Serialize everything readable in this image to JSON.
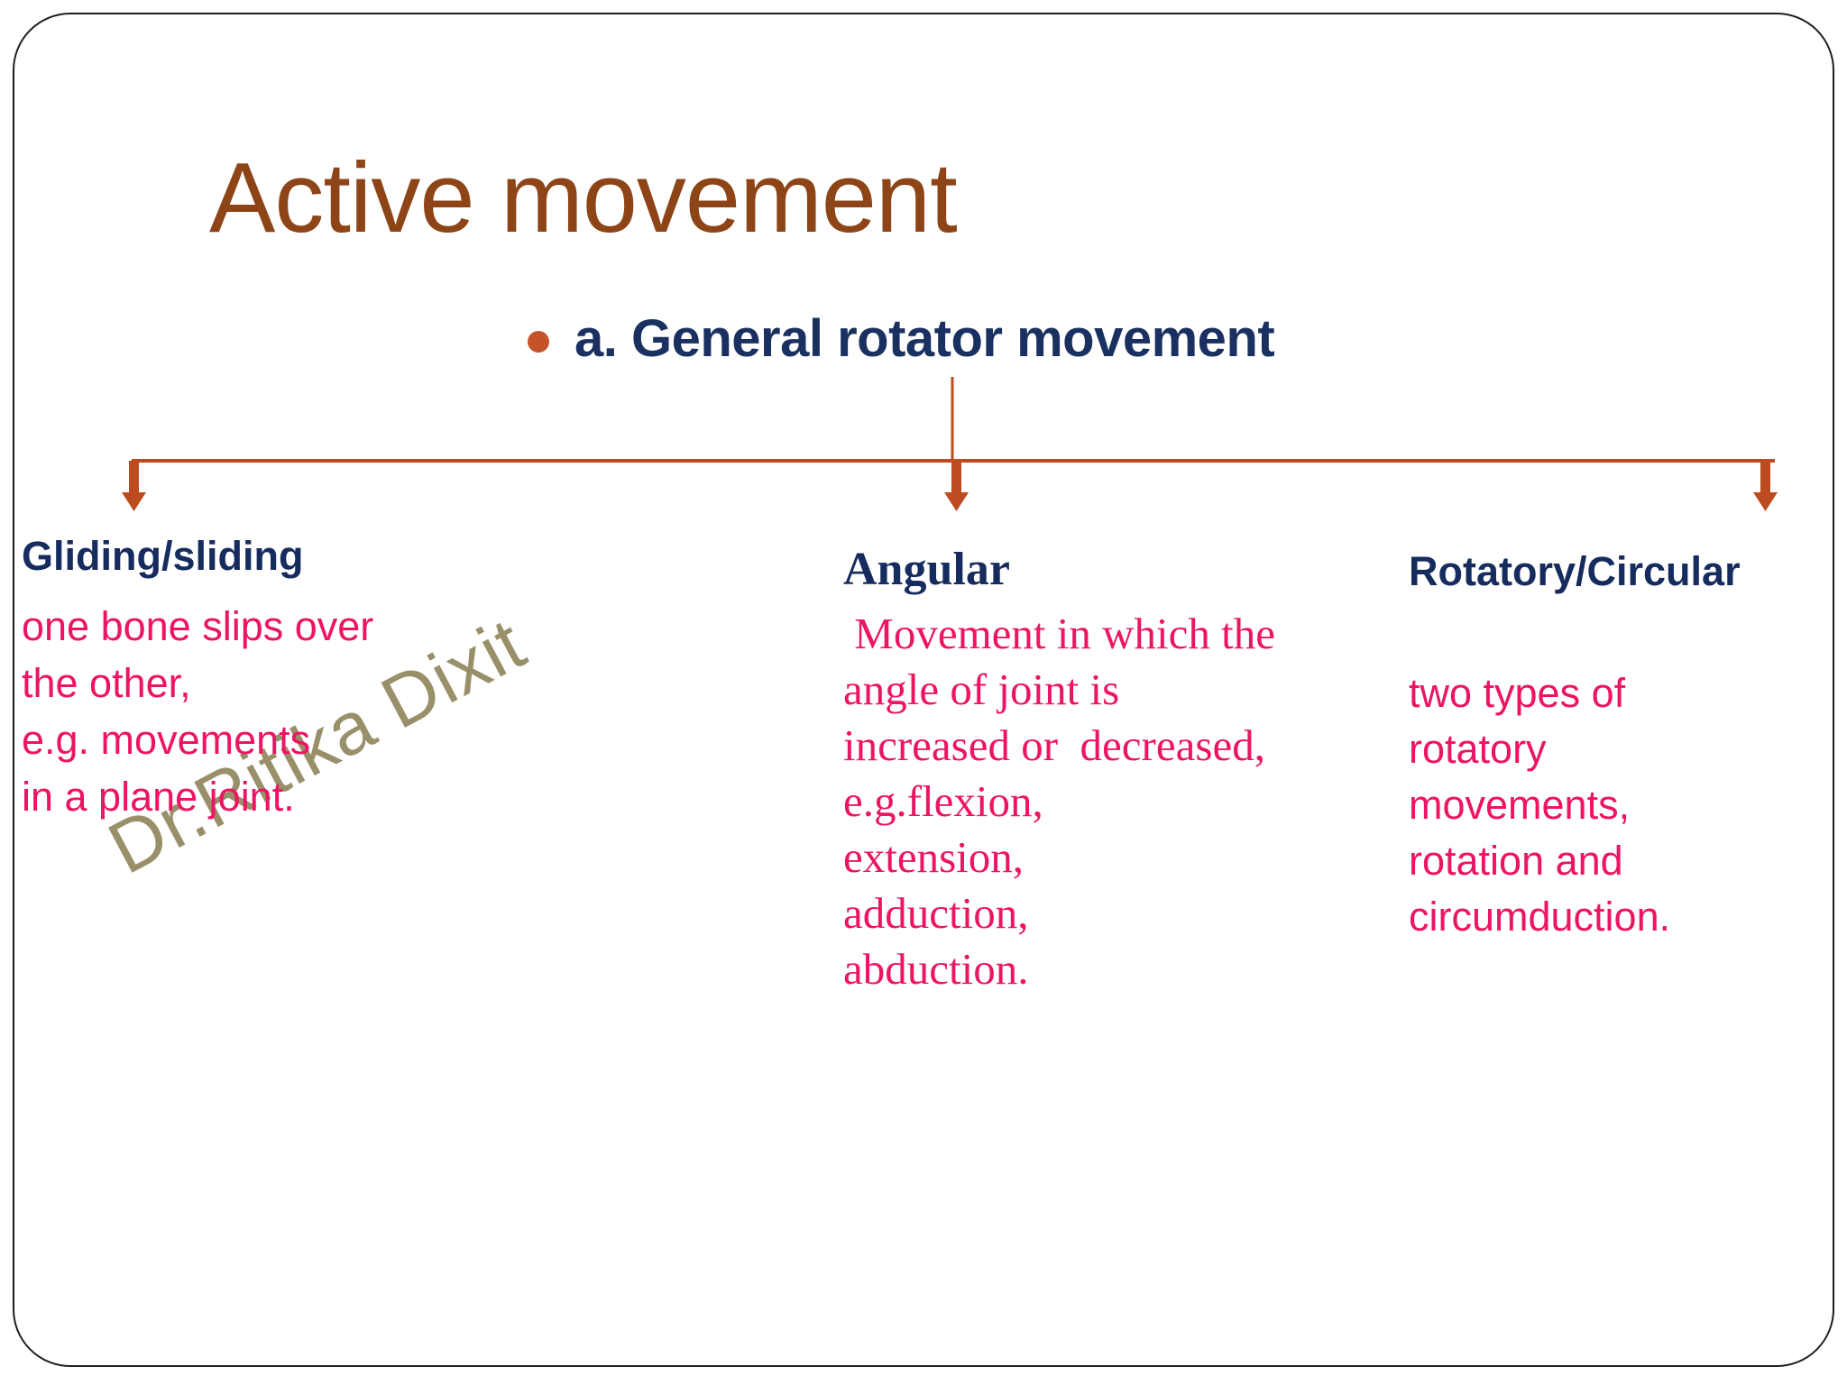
{
  "slide": {
    "title": "Active movement",
    "bullet": {
      "text": "a. General rotator movement"
    },
    "columns": [
      {
        "header": "Gliding/sliding",
        "body": "one bone slips over\nthe other,\ne.g. movements\nin a plane joint."
      },
      {
        "header": "Angular",
        "body": " Movement in which the\nangle of joint is\nincreased or  decreased,\ne.g.flexion,\nextension,\nadduction,\nabduction."
      },
      {
        "header": "Rotatory/Circular",
        "body": "two types of\nrotatory\nmovements,\nrotation and\ncircumduction."
      }
    ],
    "watermark": "Dr.Ritika Dixit",
    "colors": {
      "title_brown": "#8D4416",
      "header_navy": "#162B5E",
      "body_pink": "#ED1563",
      "connector_orange": "#BC4B1F",
      "bullet_orange": "#C5532A",
      "watermark_tan": "#99906A",
      "border_dark": "#1F1F1F",
      "background": "#FFFFFF"
    }
  }
}
